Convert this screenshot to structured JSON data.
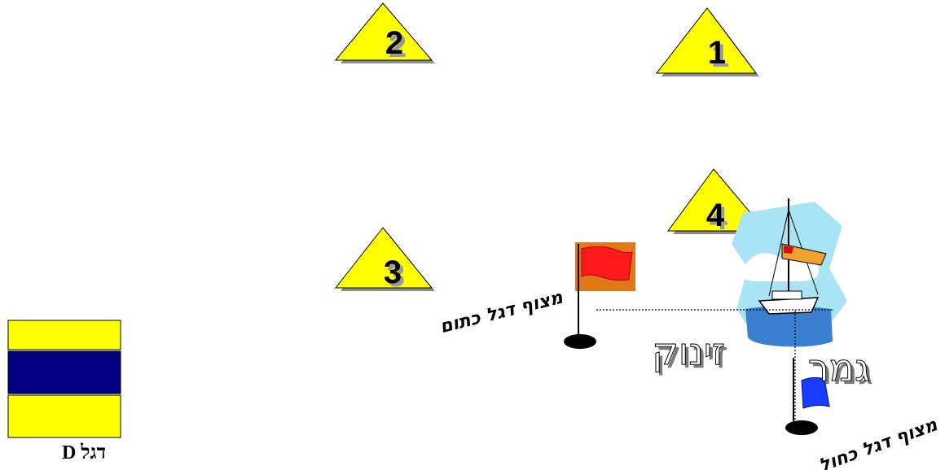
{
  "buoys": [
    {
      "number": "1"
    },
    {
      "number": "2"
    },
    {
      "number": "3"
    },
    {
      "number": "4"
    }
  ],
  "labels": {
    "start_line": "זינוק",
    "finish_line": "גמר",
    "orange_flag_buoy": "מצוף דגל כתום",
    "blue_flag_buoy": "מצוף דגל כחול",
    "signal_flag_caption": "D דגל"
  },
  "colors": {
    "buoy_fill": "#ffff00",
    "buoy_shadow": "#8c8c8c",
    "orange_flag_bg": "#e07818",
    "red_flag": "#ff1a1a",
    "blue_flag": "#1a3cff",
    "signal_yellow": "#ffff00",
    "signal_navy": "#000080"
  }
}
